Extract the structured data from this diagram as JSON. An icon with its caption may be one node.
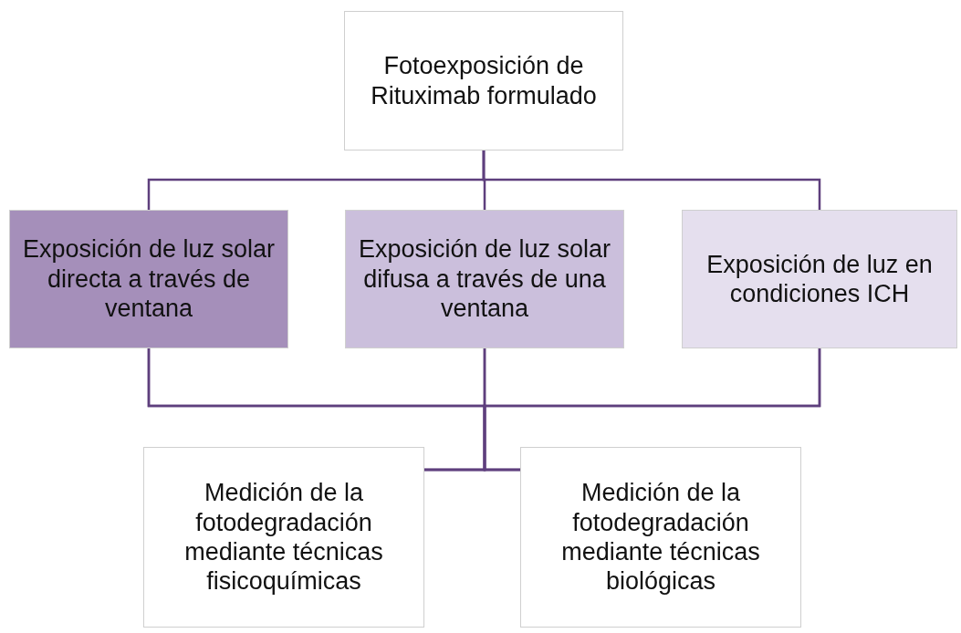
{
  "diagram": {
    "nodes": [
      {
        "text": [
          "Fotoexposición de Rituximab formulado"
        ]
      },
      {
        "text": [
          "Exposición de luz solar directa  a través de ventana"
        ]
      },
      {
        "text": [
          "Exposición de luz solar difusa a través de una ventana"
        ]
      },
      {
        "text": [
          "Exposición de luz en condiciones ICH"
        ]
      },
      {
        "text": [
          "Medición de la fotodegradación mediante técnicas fisicoquímicas"
        ]
      },
      {
        "text": [
          "Medición de la fotodegradación mediante técnicas biológicas"
        ]
      }
    ],
    "edges": [
      {
        "from": 0,
        "to": 1,
        "arrow": "none"
      },
      {
        "from": 0,
        "to": 2,
        "arrow": "none"
      },
      {
        "from": 0,
        "to": 3,
        "arrow": "none"
      },
      {
        "from": 1,
        "to": 4,
        "arrow": "none"
      },
      {
        "from": 1,
        "to": 5,
        "arrow": "none"
      },
      {
        "from": 2,
        "to": 4,
        "arrow": "none"
      },
      {
        "from": 2,
        "to": 5,
        "arrow": "none"
      },
      {
        "from": 3,
        "to": 4,
        "arrow": "none"
      },
      {
        "from": 3,
        "to": 5,
        "arrow": "none"
      }
    ]
  }
}
